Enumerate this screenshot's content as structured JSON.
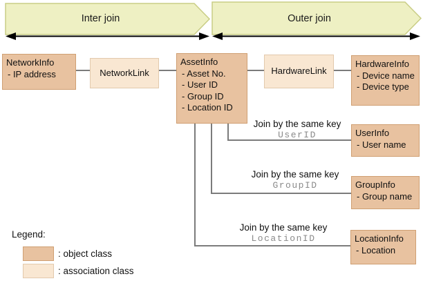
{
  "banners": {
    "inter": "Inter join",
    "outer": "Outer join"
  },
  "boxes": {
    "network_info": {
      "title": "NetworkInfo",
      "items": [
        "- IP address"
      ]
    },
    "network_link": {
      "title": "NetworkLink"
    },
    "asset_info": {
      "title": "AssetInfo",
      "items": [
        "- Asset No.",
        "- User ID",
        "- Group ID",
        "- Location ID"
      ]
    },
    "hardware_link": {
      "title": "HardwareLink"
    },
    "hardware_info": {
      "title": "HardwareInfo",
      "items": [
        "- Device name",
        "- Device type"
      ]
    },
    "user_info": {
      "title": "UserInfo",
      "items": [
        "- User name"
      ]
    },
    "group_info": {
      "title": "GroupInfo",
      "items": [
        "- Group name"
      ]
    },
    "location_info": {
      "title": "LocationInfo",
      "items": [
        "- Location"
      ]
    }
  },
  "joins": [
    {
      "label": "Join by the same key",
      "key": "UserID"
    },
    {
      "label": "Join by the same key",
      "key": "GroupID"
    },
    {
      "label": "Join by the same key",
      "key": "LocationID"
    }
  ],
  "legend": {
    "title": "Legend:",
    "object_label": ": object class",
    "association_label": ": association class"
  },
  "colors": {
    "object_fill": "#e8c2a0",
    "object_border": "#cf9f72",
    "association_fill": "#f9e7d2",
    "association_border": "#e2c9ac",
    "banner_fill": "#eef0c3",
    "banner_border": "#c9cd85",
    "connector_gray": "#7b7b7b",
    "arrow_black": "#000000",
    "key_text_gray": "#8a8a8a"
  }
}
